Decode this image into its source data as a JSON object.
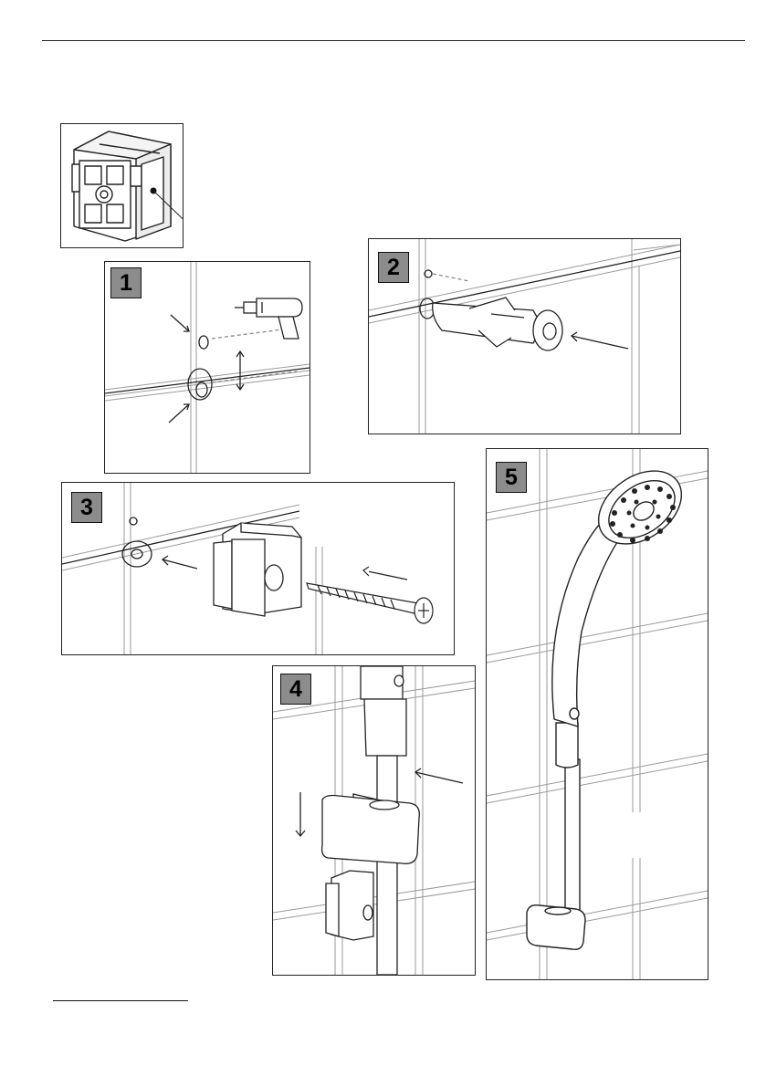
{
  "steps": [
    {
      "number": "1"
    },
    {
      "number": "2"
    },
    {
      "number": "3"
    },
    {
      "number": "4"
    },
    {
      "number": "5"
    }
  ],
  "icons": {
    "detail": "wall-bracket-icon",
    "drill": "power-drill-icon",
    "screw": "screw-icon",
    "shower_head": "hand-shower-icon"
  },
  "colors": {
    "line": "#222222",
    "badge_fill": "#8c8c8c",
    "tile_line": "#9a9a9a"
  }
}
